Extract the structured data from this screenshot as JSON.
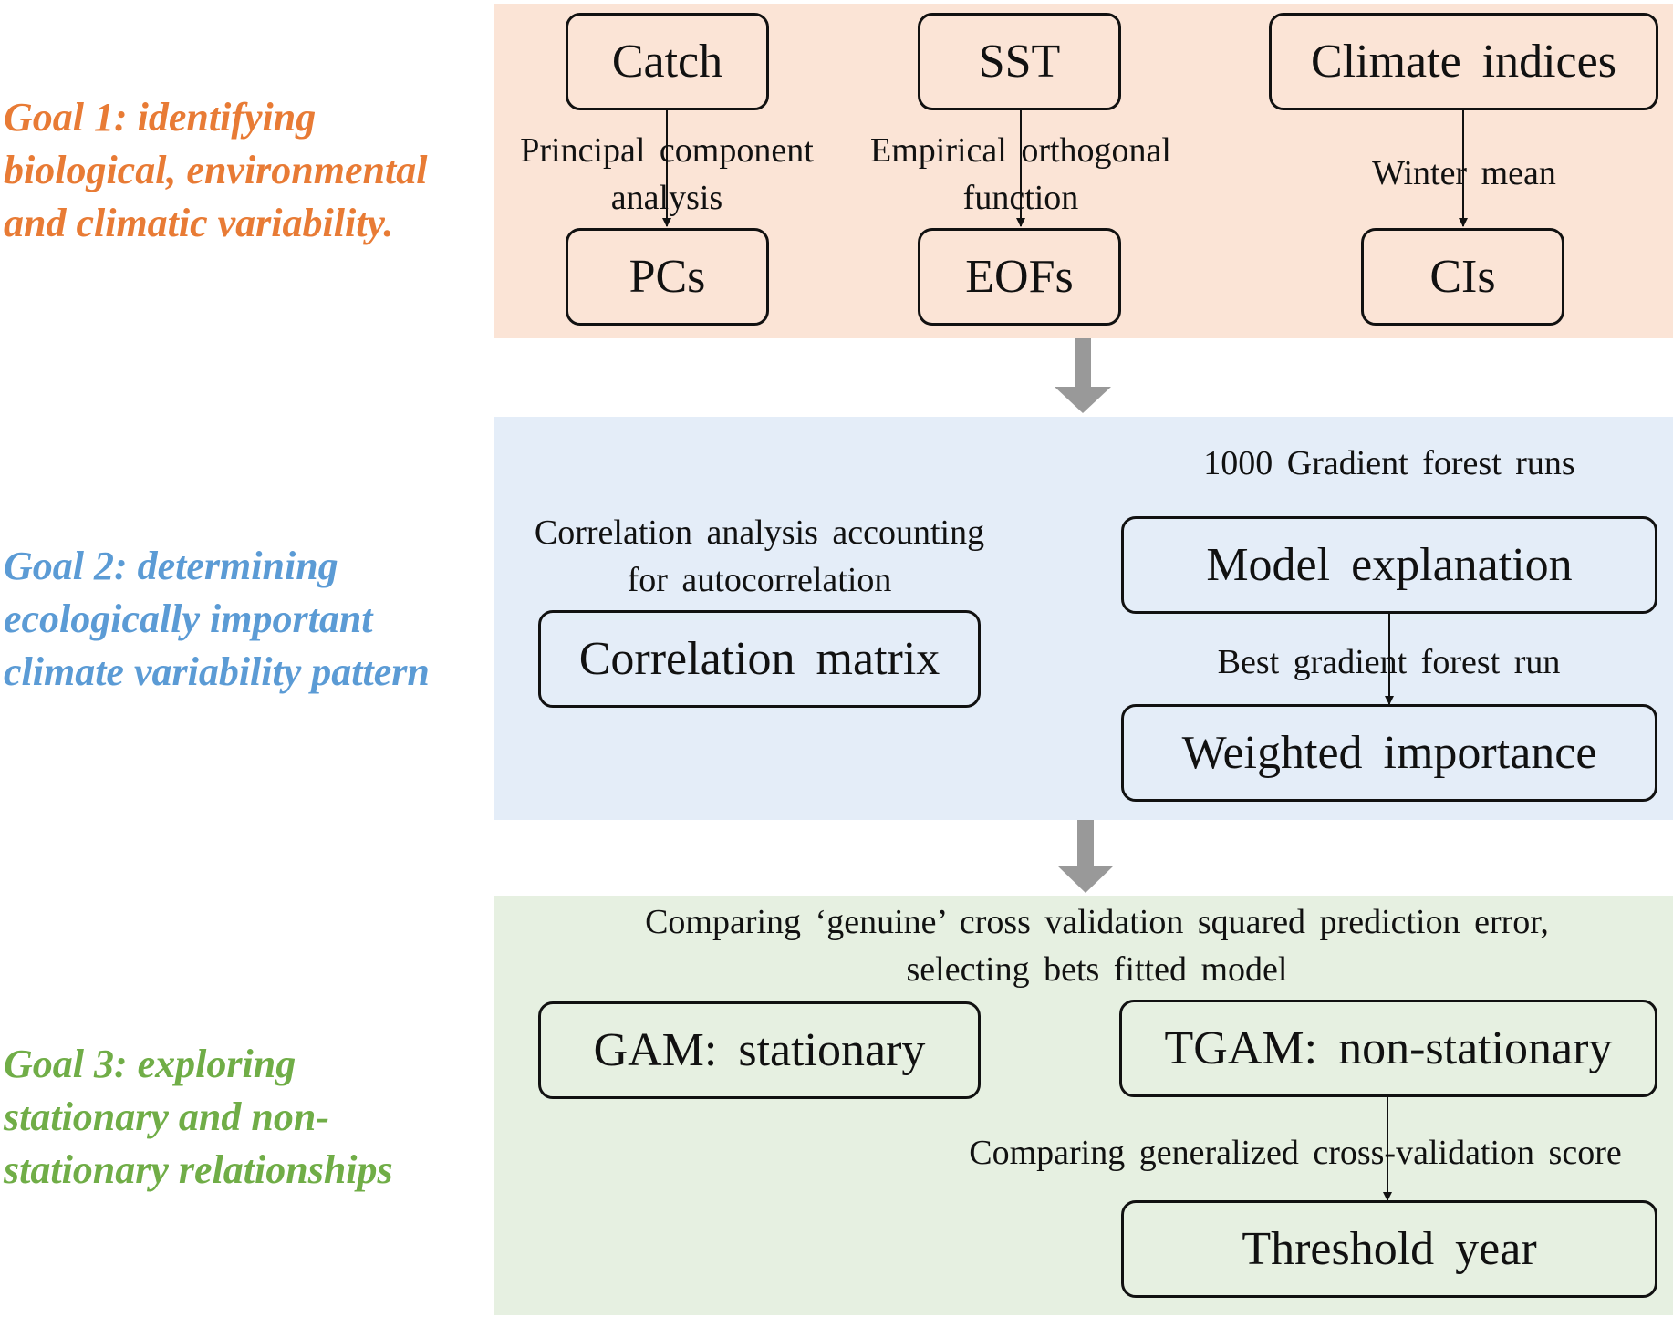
{
  "colors": {
    "goal1": "#e87b35",
    "goal2": "#5b9bd5",
    "goal3": "#70ad47",
    "panel1_bg": "#fbe4d6",
    "panel2_bg": "#e4edf8",
    "panel3_bg": "#e6f0e1",
    "big_arrow": "#999999"
  },
  "goals": [
    {
      "lines": [
        "Goal 1: identifying",
        "biological, environmental",
        "and climatic variability."
      ]
    },
    {
      "lines": [
        "Goal 2: determining",
        "ecologically important",
        "climate variability pattern"
      ]
    },
    {
      "lines": [
        "Goal 3: exploring",
        "stationary and non-",
        "stationary relationships"
      ]
    }
  ],
  "panel1": {
    "boxes": {
      "catch": "Catch",
      "sst": "SST",
      "climate_indices": "Climate indices",
      "pcs": "PCs",
      "eofs": "EOFs",
      "cis": "CIs"
    },
    "labels": {
      "pca": [
        "Principal component",
        "analysis"
      ],
      "eof": [
        "Empirical orthogonal",
        "function"
      ],
      "winter_mean": "Winter mean"
    }
  },
  "panel2": {
    "boxes": {
      "correlation_matrix": "Correlation matrix",
      "model_explanation": "Model explanation",
      "weighted_importance": "Weighted importance"
    },
    "labels": {
      "correlation_analysis": [
        "Correlation analysis accounting",
        "for autocorrelation"
      ],
      "gradient_forest_runs": "1000 Gradient forest runs",
      "best_run": "Best gradient forest run"
    }
  },
  "panel3": {
    "boxes": {
      "gam": "GAM: stationary",
      "tgam": "TGAM: non-stationary",
      "threshold_year": "Threshold year"
    },
    "labels": {
      "comparing_cv": [
        "Comparing ‘genuine’ cross validation squared prediction error,",
        "selecting bets fitted model"
      ],
      "comparing_gcv": "Comparing generalized cross-validation score"
    }
  }
}
